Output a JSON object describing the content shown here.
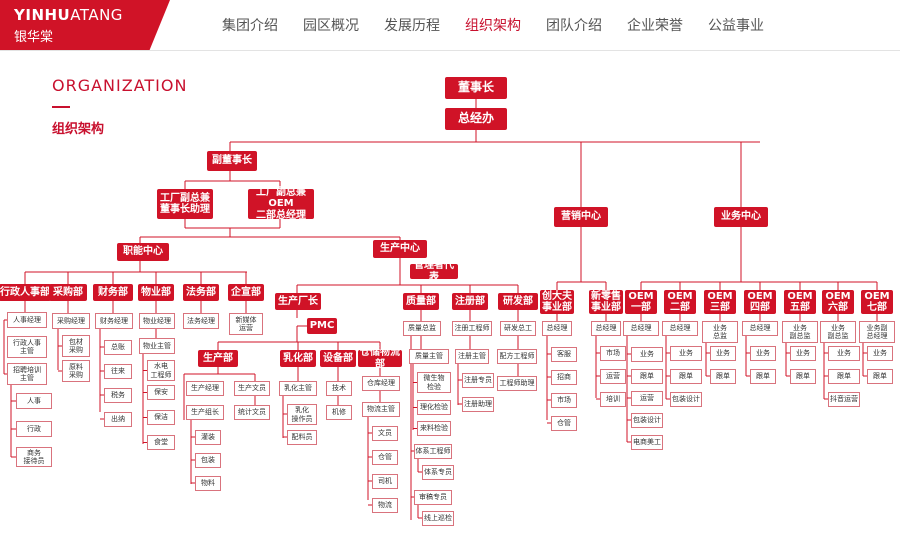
{
  "logo": {
    "en_bold": "YINHU",
    "en_thin": "ATANG",
    "cn": "银华棠"
  },
  "nav": [
    "集团介绍",
    "园区概况",
    "发展历程",
    "组织架构",
    "团队介绍",
    "企业荣誉",
    "公益事业"
  ],
  "nav_active": 3,
  "section": {
    "title_en": "ORGANIZATION",
    "title_cn": "组织架构"
  },
  "colors": {
    "brand": "#d01327",
    "line": "#d01327",
    "box_border": "#d9737d"
  },
  "org": {
    "chairman": "董事长",
    "gm_office": "总经办",
    "vice_chair": "副董事长",
    "factory_vp1": "工厂副总兼\n董事长助理",
    "factory_vp2": "工厂副总兼OEM\n二部总经理",
    "func_center": "职能中心",
    "prod_center": "生产中心",
    "mgmt_rep": "管理者代表",
    "factory_mgr": "生产厂长",
    "pmc": "PMC",
    "sales_center": "营销中心",
    "biz_center": "业务中心",
    "admin": "行政人事部",
    "admin_items": [
      "人事经理",
      "行政人事\n主管",
      "招聘培训\n主管"
    ],
    "admin_sub": [
      "人事",
      "行政",
      "商务\n接待员"
    ],
    "purchase": "采购部",
    "purchase_items": [
      "采购经理"
    ],
    "purchase_sub": [
      "包材\n采购",
      "原料\n采购"
    ],
    "finance": "财务部",
    "finance_items": [
      "财务经理"
    ],
    "finance_sub": [
      "总账",
      "往来",
      "税务",
      "出纳"
    ],
    "property": "物业部",
    "property_items": [
      "物业经理",
      "物业主管"
    ],
    "property_sub": [
      "水电\n工程师",
      "保安",
      "保洁",
      "食堂"
    ],
    "legal": "法务部",
    "legal_items": [
      "法务经理"
    ],
    "enterprise": "企宣部",
    "enterprise_items": [
      "新媒体\n运营"
    ],
    "prod_dept": "生产部",
    "prod_items_l": [
      "生产经理",
      "生产组长"
    ],
    "prod_items_r": [
      "生产文员",
      "统计文员"
    ],
    "prod_sub": [
      "灌装",
      "包装",
      "物料"
    ],
    "emul": "乳化部",
    "emul_items": [
      "乳化主管",
      "乳化\n操作员",
      "配料员"
    ],
    "equip": "设备部",
    "equip_items": [
      "技术",
      "机修"
    ],
    "wh": "仓储物流部",
    "wh_items": [
      "仓库经理",
      "物流主管"
    ],
    "wh_sub": [
      "文员",
      "仓管",
      "司机",
      "物流"
    ],
    "quality": "质量部",
    "quality_items": [
      "质量总监",
      "质量主管"
    ],
    "quality_sub": [
      "微生物\n检验",
      "理化检验",
      "来料检验"
    ],
    "system": "体系工程师",
    "system_sub": [
      "体系专员"
    ],
    "audit": "审稿专员",
    "audit_sub": [
      "线上巡检"
    ],
    "reg": "注册部",
    "reg_items": [
      "注册工程师",
      "注册主管"
    ],
    "reg_sub": [
      "注册专员",
      "注册助理"
    ],
    "rnd": "研发部",
    "rnd_items": [
      "研发总工",
      "配方工程师",
      "工程师助理"
    ],
    "big_client": "创大夫\n事业部",
    "big_client_items": [
      "总经理"
    ],
    "big_client_sub": [
      "客服",
      "招商",
      "市场",
      "仓管"
    ],
    "retail": "新零售\n事业部",
    "retail_items": [
      "总经理"
    ],
    "retail_sub": [
      "市场",
      "运营",
      "培训"
    ],
    "oem": [
      "OEM\n一部",
      "OEM\n二部",
      "OEM\n三部",
      "OEM\n四部",
      "OEM\n五部",
      "OEM\n六部",
      "OEM\n七部"
    ],
    "oem_heads": [
      "总经理",
      "总经理",
      "业务\n总监",
      "总经理",
      "业务\n副总监",
      "业务\n副总监",
      "业务副\n总经理"
    ],
    "oem1_sub": [
      "业务",
      "跟单",
      "运营",
      "包装设计",
      "电商美工"
    ],
    "oem2_sub": [
      "业务",
      "跟单",
      "包装设计"
    ],
    "oem3_sub": [
      "业务",
      "跟单"
    ],
    "oem4_sub": [
      "业务",
      "跟单"
    ],
    "oem5_sub": [
      "业务",
      "跟单"
    ],
    "oem6_sub": [
      "业务",
      "跟单",
      "抖音运营"
    ],
    "oem7_sub": [
      "业务",
      "跟单"
    ]
  }
}
